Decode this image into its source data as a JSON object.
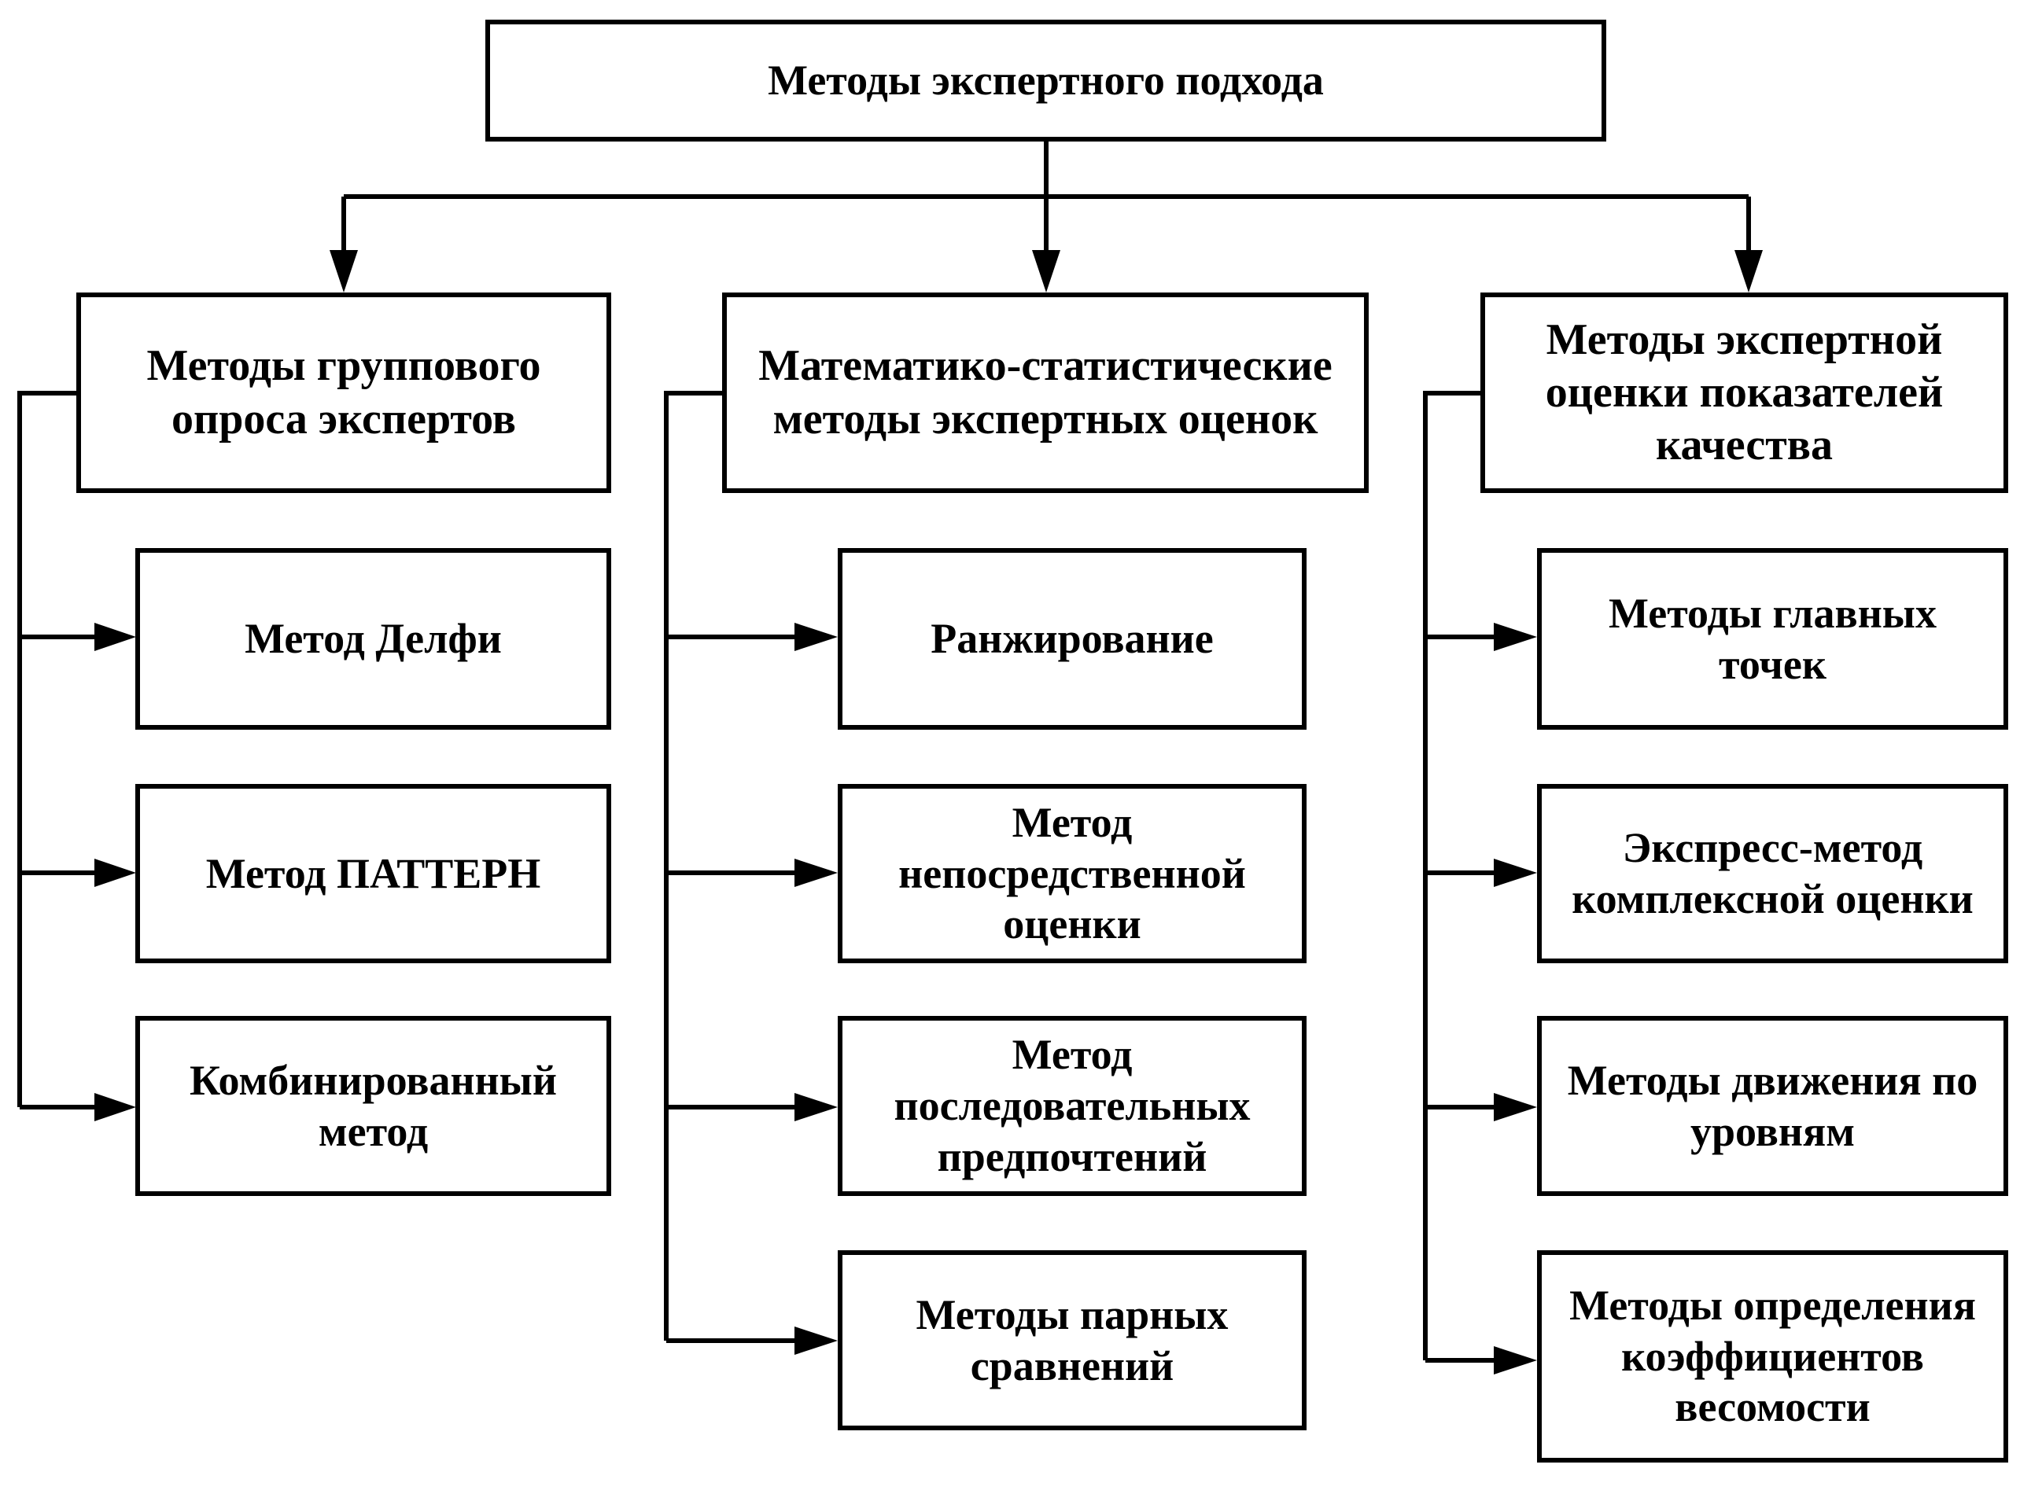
{
  "root": {
    "label": "Методы экспертного подхода"
  },
  "categories": [
    {
      "label": "Методы группового\nопроса экспертов",
      "items": [
        {
          "label": "Метод Делфи"
        },
        {
          "label": "Метод ПАТТЕРН"
        },
        {
          "label": "Комбинированный\nметод"
        }
      ]
    },
    {
      "label": "Математико-статистические\nметоды экспертных оценок",
      "items": [
        {
          "label": "Ранжирование"
        },
        {
          "label": "Метод\nнепосредственной\nоценки"
        },
        {
          "label": "Метод\nпоследовательных\nпредпочтений"
        },
        {
          "label": "Методы парных\nсравнений"
        }
      ]
    },
    {
      "label": "Методы экспертной\nоценки показателей\nкачества",
      "items": [
        {
          "label": "Методы главных\nточек"
        },
        {
          "label": "Экспресс-метод\nкомплексной оценки"
        },
        {
          "label": "Методы движения по\nуровням"
        },
        {
          "label": "Методы определения\nкоэффициентов\nвесомости"
        }
      ]
    }
  ],
  "colors": {
    "stroke": "#000000",
    "background": "#ffffff"
  }
}
